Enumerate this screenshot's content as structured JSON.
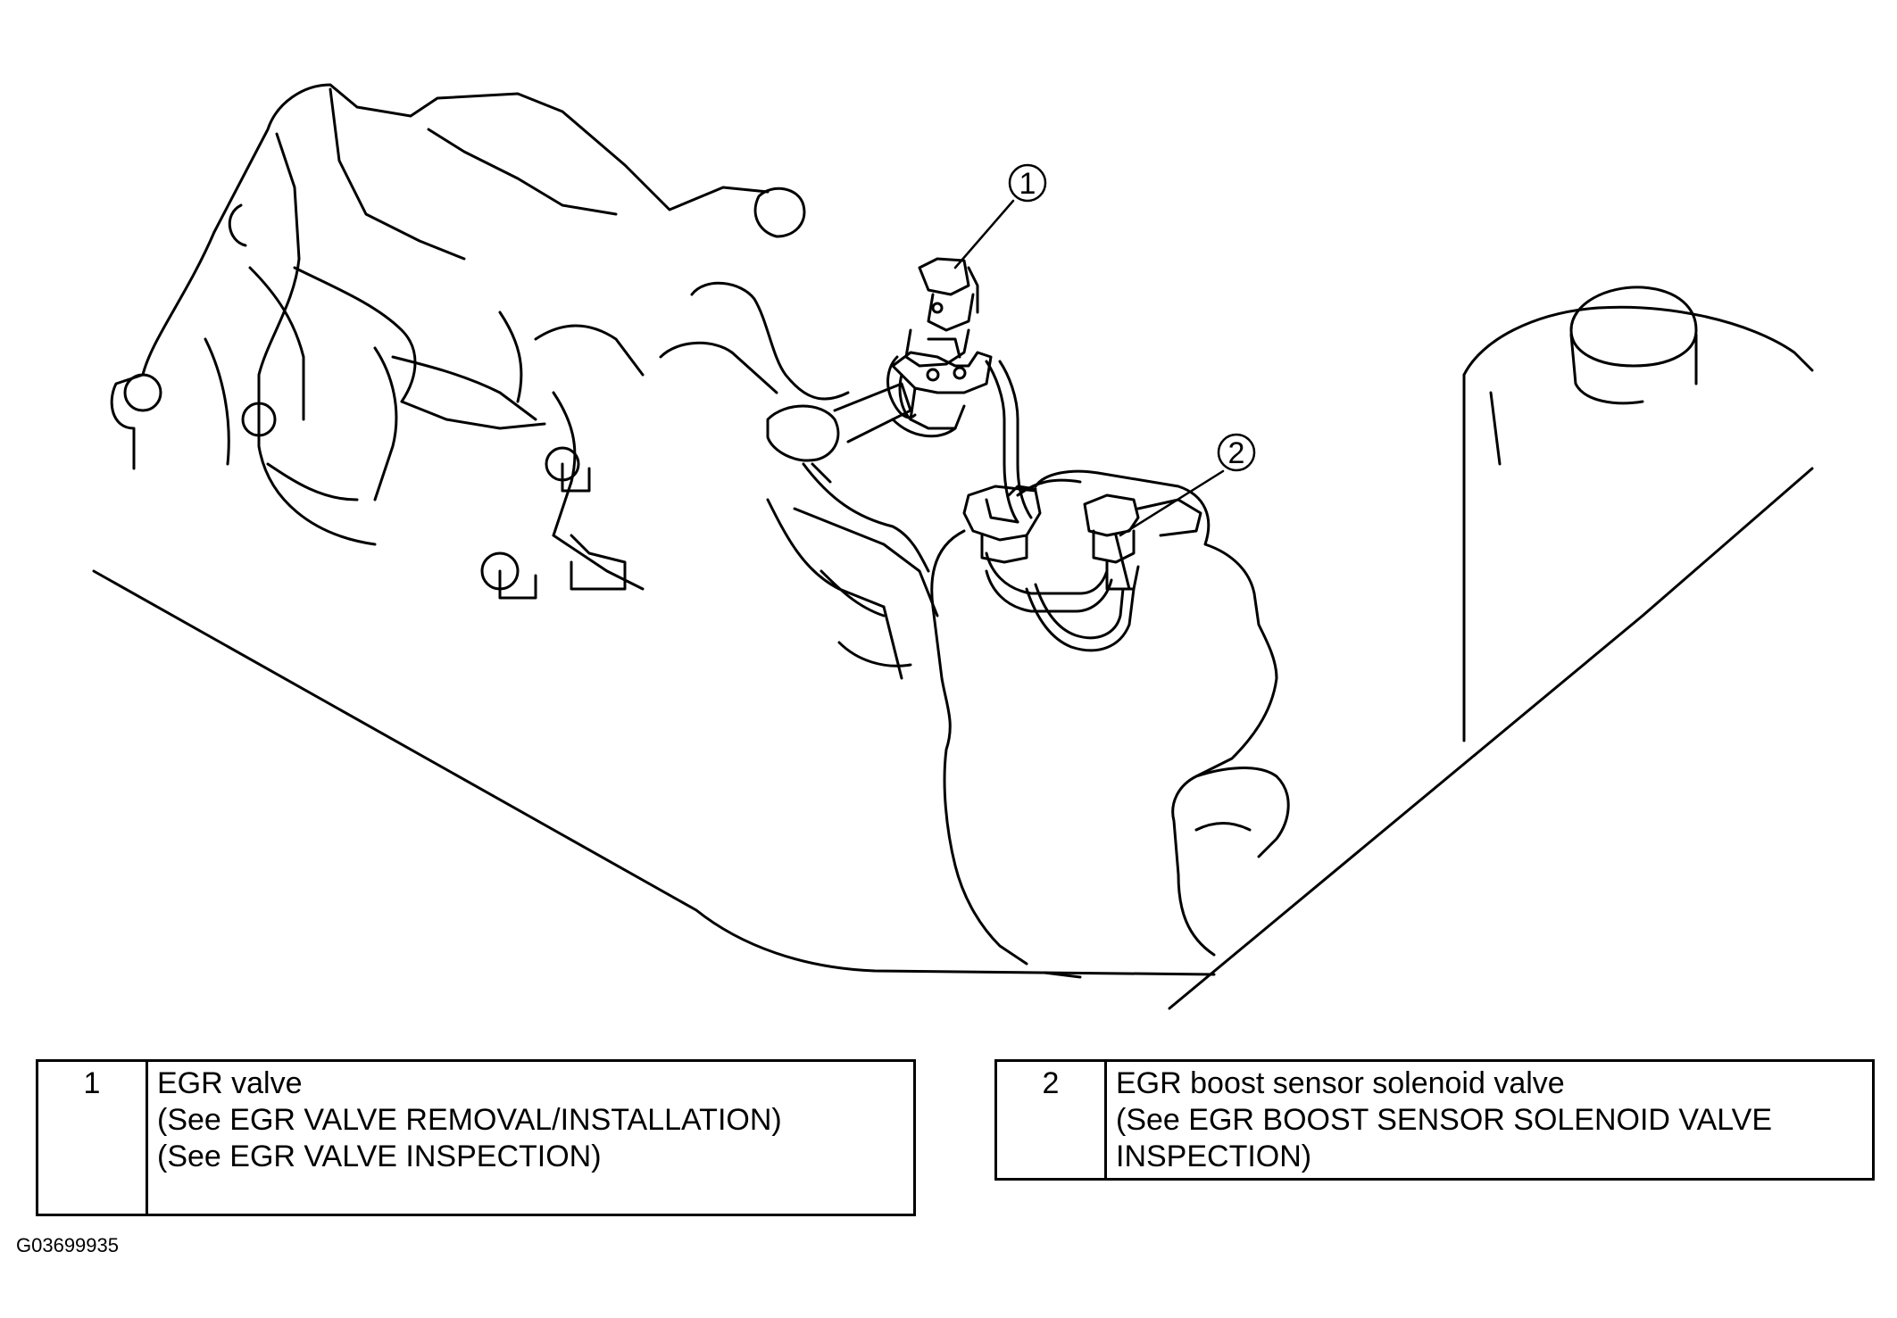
{
  "callouts": [
    {
      "num": "1"
    },
    {
      "num": "2"
    }
  ],
  "legend": [
    {
      "num": "1",
      "lines": [
        "EGR valve",
        "(See EGR VALVE REMOVAL/INSTALLATION)",
        "(See EGR VALVE INSPECTION)"
      ]
    },
    {
      "num": "2",
      "lines": [
        "EGR boost sensor solenoid valve",
        "(See EGR BOOST SENSOR SOLENOID VALVE",
        "INSPECTION)"
      ]
    }
  ],
  "figure_code": "G03699935"
}
